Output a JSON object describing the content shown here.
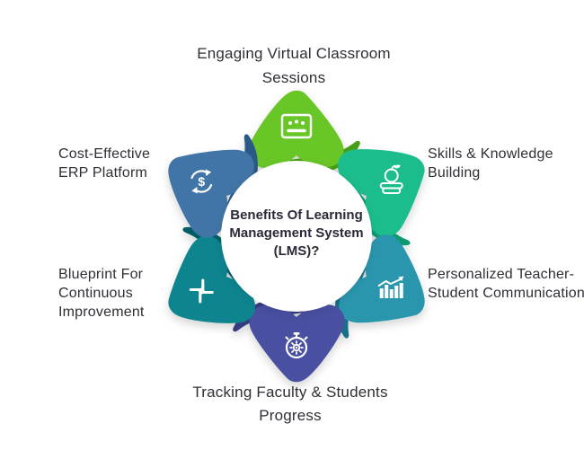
{
  "center": {
    "title": "Benefits Of Learning Management System (LMS)?",
    "circle_color": "#ffffff"
  },
  "petals": [
    {
      "position": "top",
      "label": "Engaging Virtual Classroom Sessions",
      "color": "#68c728",
      "fold_color": "#459e12",
      "icon": "presentation-board-icon"
    },
    {
      "position": "top-right",
      "label": "Skills & Knowledge Building",
      "color": "#1ebd8c",
      "fold_color": "#119a73",
      "icon": "apple-on-books-icon"
    },
    {
      "position": "bottom-right",
      "label": "Personalized Teacher-Student Communication",
      "color": "#2b96ad",
      "fold_color": "#186f86",
      "icon": "bar-chart-growth-icon"
    },
    {
      "position": "bottom",
      "label": "Tracking Faculty & Students Progress",
      "color": "#4a50a1",
      "fold_color": "#343b80",
      "icon": "stopwatch-gear-icon"
    },
    {
      "position": "bottom-left",
      "label": "Blueprint For Continuous Improvement",
      "color": "#11848e",
      "fold_color": "#065d66",
      "icon": "interlocked-cross-icon"
    },
    {
      "position": "top-left",
      "label": "Cost-Effective ERP Platform",
      "color": "#4374a7",
      "fold_color": "#2c5887",
      "icon": "dollar-cycle-icon"
    }
  ],
  "colors": {
    "background": "#ffffff",
    "label_text": "#2e2e36",
    "title_text": "#2a2a38",
    "icon_color": "#ffffff"
  },
  "icon_glyphs": {
    "dollar_sign": "$"
  }
}
